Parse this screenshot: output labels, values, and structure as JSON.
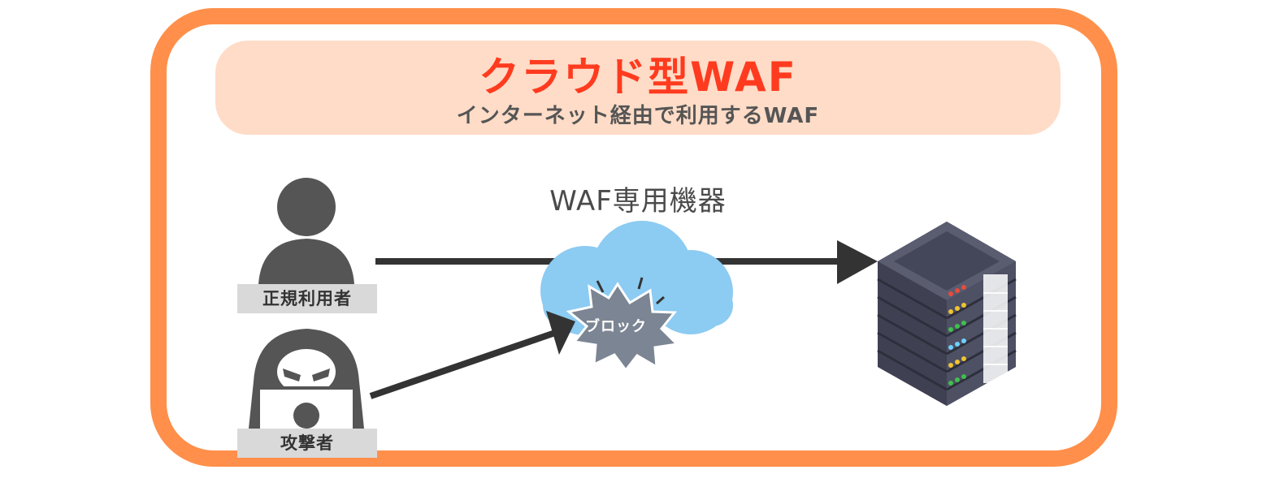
{
  "header": {
    "title": "クラウド型WAF",
    "subtitle": "インターネット経由で利用するWAF"
  },
  "diagram": {
    "device_label": "WAF専用機器",
    "legit_user_label": "正規利用者",
    "attacker_label": "攻撃者",
    "block_label": "ブロック"
  },
  "colors": {
    "frame": "#ff8f4a",
    "header_band": "#ffdcc7",
    "title": "#ff3b1f",
    "cloud": "#8ccbf2",
    "person": "#555555",
    "arrow": "#333333",
    "server": "#4a4b5e"
  },
  "icons": {
    "legit_user": "person-icon",
    "attacker": "hooded-hacker-icon",
    "cloud": "cloud-icon",
    "block_burst": "burst-icon",
    "server": "server-rack-icon"
  }
}
